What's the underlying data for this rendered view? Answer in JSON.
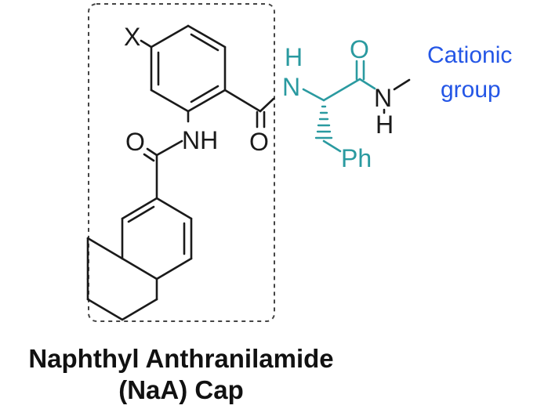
{
  "atoms": {
    "x": "X",
    "amide_n_upper": "N",
    "amide_h_upper": "H",
    "alpha_nh": "NH",
    "carbonyl_o_left": "O",
    "carbonyl_o_mid": "O",
    "carbonyl_o_right": "O",
    "terminal_n": "N",
    "terminal_h": "H",
    "phenyl": "Ph"
  },
  "labels": {
    "cationic_line1": "Cationic",
    "cationic_line2": "group",
    "caption_line1": "Naphthyl Anthranilamide",
    "caption_line2": "(NaA) Cap"
  },
  "colors": {
    "black": "#1a1a1a",
    "teal": "#2a9aa0",
    "blue": "#2456e6",
    "box": "#444444"
  }
}
